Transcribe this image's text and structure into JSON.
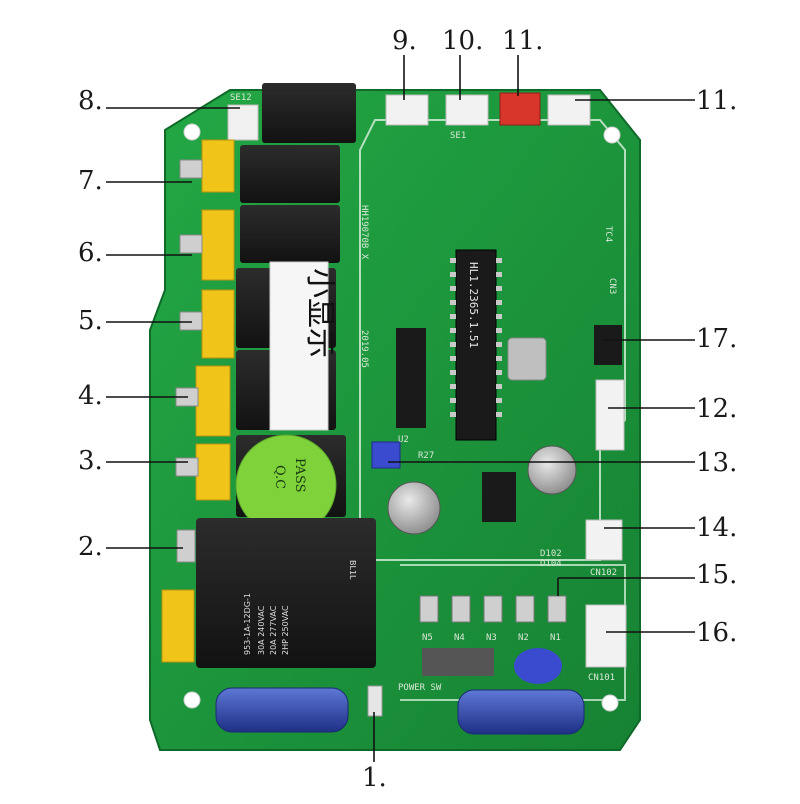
{
  "callouts": [
    {
      "id": "c1",
      "text": "1."
    },
    {
      "id": "c2",
      "text": "2."
    },
    {
      "id": "c3",
      "text": "3."
    },
    {
      "id": "c4",
      "text": "4."
    },
    {
      "id": "c5",
      "text": "5."
    },
    {
      "id": "c6",
      "text": "6."
    },
    {
      "id": "c7",
      "text": "7."
    },
    {
      "id": "c8",
      "text": "8."
    },
    {
      "id": "c9",
      "text": "9."
    },
    {
      "id": "c10",
      "text": "10."
    },
    {
      "id": "c11a",
      "text": "11."
    },
    {
      "id": "c11b",
      "text": "11."
    },
    {
      "id": "c12",
      "text": "12."
    },
    {
      "id": "c13",
      "text": "13."
    },
    {
      "id": "c14",
      "text": "14."
    },
    {
      "id": "c15",
      "text": "15."
    },
    {
      "id": "c16",
      "text": "16."
    },
    {
      "id": "c17",
      "text": "17."
    }
  ],
  "board": {
    "sticker_text": "小显示",
    "qc_line1": "Q.C",
    "qc_line2": "PASS",
    "chip_label": "HL1.2365.1.51",
    "board_id": "HH19070B X",
    "board_date": "2019.05",
    "relay_part": "953-1A-12DG-1",
    "relay_rating_1": "30A 240VAC",
    "relay_rating_2": "20A 277VAC",
    "relay_rating_3": "2HP 250VAC",
    "relay_mark": "BL1L",
    "silk_labels": {
      "cn102": "CN102",
      "cn101": "CN101",
      "cn3": "CN3",
      "d102": "D102",
      "d104": "D104",
      "n1": "N1",
      "n2": "N2",
      "n3": "N3",
      "n4": "N4",
      "n5": "N5",
      "power_sw": "POWER SW",
      "u2": "U2",
      "r27": "R27",
      "tc4": "TC4",
      "se1": "SE1",
      "se12": "SE12"
    }
  },
  "colors": {
    "pcb": "#1e9a3c",
    "relay_black": "#1b1b1b",
    "connector_yellow": "#f0c419",
    "label_white": "#f6f6f6",
    "qc_green": "#7fd23a",
    "capacitor_blue": "#2a3f9a",
    "connector_red": "#d8362a"
  }
}
